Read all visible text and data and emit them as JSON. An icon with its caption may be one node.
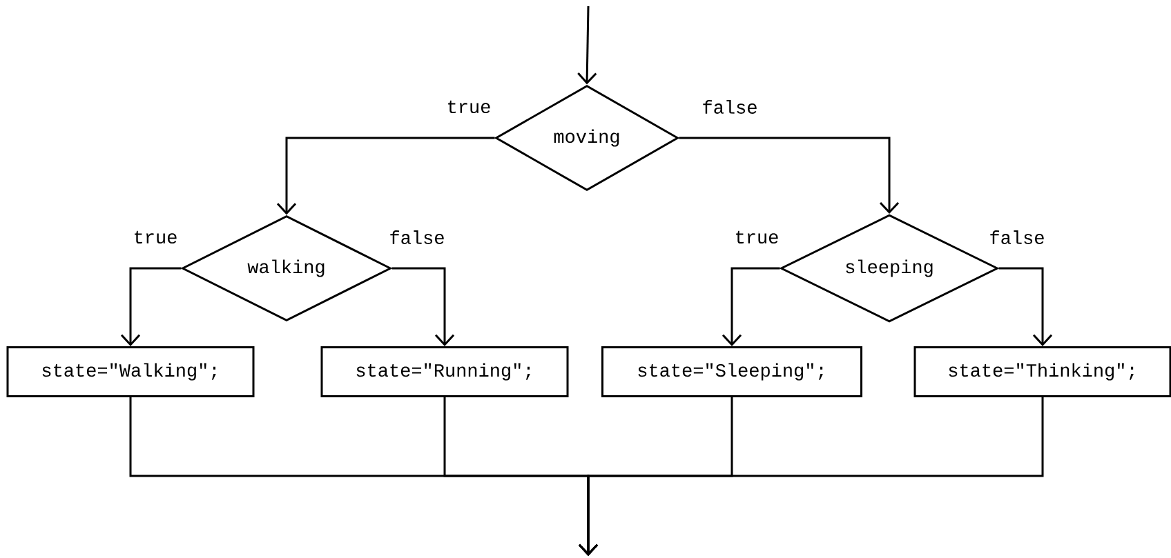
{
  "diagram": {
    "nodes": [
      {
        "text": [
          "moving"
        ]
      },
      {
        "text": [
          "walking"
        ]
      },
      {
        "text": [
          "sleeping"
        ]
      },
      {
        "text": [
          "state=\"Walking\";"
        ]
      },
      {
        "text": [
          "state=\"Running\";"
        ]
      },
      {
        "text": [
          "state=\"Sleeping\";"
        ]
      },
      {
        "text": [
          "state=\"Thinking\";"
        ]
      }
    ],
    "edges": [
      {
        "from": null,
        "to": 0,
        "arrow": "to"
      },
      {
        "from": 0,
        "to": 1,
        "arrow": "to",
        "label": "true"
      },
      {
        "from": 0,
        "to": 2,
        "arrow": "to",
        "label": "false"
      },
      {
        "from": 1,
        "to": 3,
        "arrow": "to",
        "label": "true"
      },
      {
        "from": 1,
        "to": 4,
        "arrow": "to",
        "label": "false"
      },
      {
        "from": 2,
        "to": 5,
        "arrow": "to",
        "label": "true"
      },
      {
        "from": 2,
        "to": 6,
        "arrow": "to",
        "label": "false"
      },
      {
        "from": 3,
        "to": null,
        "arrow": "to"
      },
      {
        "from": 4,
        "to": null,
        "arrow": "to"
      },
      {
        "from": 5,
        "to": null,
        "arrow": "to"
      },
      {
        "from": 6,
        "to": null,
        "arrow": "to"
      }
    ]
  }
}
